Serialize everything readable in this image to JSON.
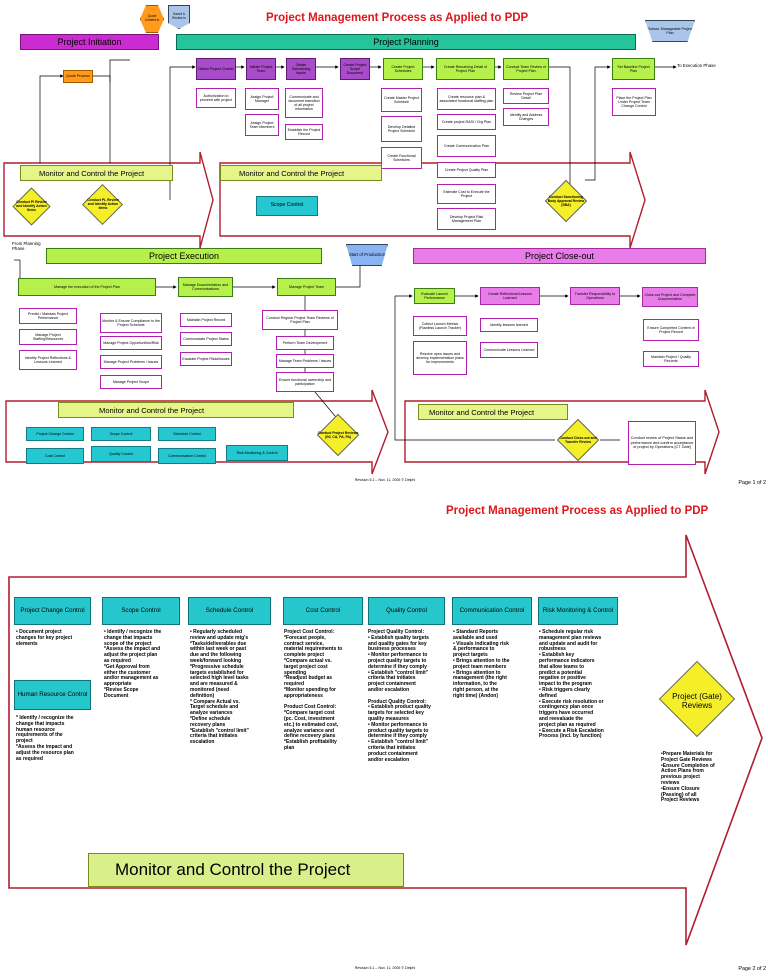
{
  "page1": {
    "title": "Project Management Process as Applied to PDP",
    "hex_top_left": "Quote Content in",
    "hex_top_mid": "Saved & Review in",
    "trap_top_right": "Robust, Manageable Project Plan",
    "banner_initiation": "Project Initiation",
    "banner_planning": "Project Planning",
    "initiation_quote_process": "Quote Process",
    "to_execution": "To Execution Phase",
    "planning_row": [
      "Obtain Project Charter",
      "Initiate Project Team",
      "Obtain Sanctioning Inputs",
      "Create Project Scope Document",
      "Create Project Schedules",
      "Create Remaining Detail of Project Plan",
      "Conduct Team Review of Project Plan",
      "Set Baseline Project Plan"
    ],
    "planning_sub": {
      "charter": [
        "Authorization to proceed with project"
      ],
      "team": [
        "Assign Project Manager",
        "Assign Project Team Members"
      ],
      "inputs": [
        "Communicate and document transition of all project information",
        "Establish the Project Record"
      ],
      "schedules": [
        "Create Master Project Schedule",
        "Develop Detailed Project Schedule",
        "Create Functional Schedules"
      ],
      "detail": [
        "Create resource plan & associated functional staffing plan",
        "Create project RASI / Org Plan",
        "Create Communication Plan",
        "Create Project Quality Plan",
        "Estimate Cost to Execute the Project",
        "Develop Project Risk Management Plan"
      ],
      "review": [
        "Review Project Plan Detail",
        "Identify and Address Changes"
      ],
      "baseline": [
        "Place the Project Plan Under Project Team Change Control"
      ]
    },
    "monitor_label": "Monitor and Control the Project",
    "monitor_diamond_1": "Conduct PI Review and Identify Action Items",
    "monitor_diamond_2": "Conduct PL Review and Identify Action Items",
    "scope_control": "Scope Control",
    "sanction_diamond": "Conduct Sanctioning Body Approval Review (SBA)",
    "from_planning": "From Planning Phase",
    "banner_execution": "Project Execution",
    "start_production": "Start of Production",
    "banner_closeout": "Project Close-out",
    "exec_row": [
      "Manage the execution of the Project Plan",
      "Manage Documentation and Communications",
      "Manage Project Team"
    ],
    "exec_sub_col1": [
      "Predict / Maintain Project Performance",
      "Manage Project Staffing/Resources",
      "Identify Project Reflections & Lessons Learned"
    ],
    "exec_sub_col2": [
      "Monitor & Ensure Compliance to the Project Schedule",
      "Manage Project Opportunities/Risk",
      "Manage Project Problems / Issues",
      "Manage Project Scope"
    ],
    "exec_sub_col3": [
      "Maintain Project Record",
      "Communicate Project Status",
      "Escalate Project Risks/Issues"
    ],
    "exec_sub_col4": [
      "Conduct Regular Project Team Reviews of Project Plan",
      "Perform Team Development",
      "Manage Team Problems / Issues",
      "Ensure functional ownership and participation"
    ],
    "exec_controls": [
      "Project Change Control",
      "Scope Control",
      "Schedule Control",
      "Cost Control",
      "Quality Control",
      "Communication Control",
      "Risk Monitoring & Control"
    ],
    "exec_diamond": "Conduct Project Reviews (G0, CA, PA, PA)",
    "close_row": [
      "Evaluate Launch Performance",
      "Create Reflections/Lessons Learned",
      "Transfer Responsibility to Operations",
      "Close-out Project and Complete Documentation"
    ],
    "close_sub_1": [
      "Collect Launch Metrics (Flawless Launch Tracker)",
      "Resolve open issues and develop implementation plans for improvements"
    ],
    "close_sub_2": [
      "Identify lessons learned",
      "Communicate Lessons Learned"
    ],
    "close_sub_4": [
      "Ensure Completed Content of Project Record",
      "Maintain Project / Quality Records"
    ],
    "close_diamond": "Conduct Close-out and Transfer Review",
    "close_review_text": "Conduct review of Project Status and performance and confirm acceptance of project by Operations [CT Gate]",
    "revision": "Revision 5.1 – Nov. 11, 2005 © Delphi",
    "page_num": "Page 1 of 2"
  },
  "page2": {
    "title": "Project Management Process as Applied to PDP",
    "controls": [
      {
        "head": "Project Change Control",
        "text": "• Document project\n  changes for key project\n  elements"
      },
      {
        "head": "Scope Control",
        "text": "• Identify / recognize the\n  change that impacts\n  scope of the project\n*Assess the impact and\n  adjust the project plan\n  as required\n*Get Approval from\n  either the customer\n  and/or management as\n  appropriate\n*Revise Scope\n  Document"
      },
      {
        "head": "Schedule Control",
        "text": "• Regularly scheduled\n  review and update mtg's\n*Tasks/deliverables due\n  within last week or past\n  due and the following\n  week/forward looking\n*Progressive schedule\n  targets established for\n  selected high level tasks\n  and are measured &\n  monitored (need\n  definition)\n* Compare Actual vs.\n  Target schedule and\n  analyze variances\n*Define schedule\n  recovery plans\n*Establish \"control limit\"\n  criteria  that initiates\n  escalation"
      },
      {
        "head": "Cost Control",
        "text": "Project Cost Control:\n*Forecast people,\n  contract service,\n  material requirements to\n  complete project\n*Compare actual vs.\n  target project cost\n  spending\n*Readjust budget as\n  required\n*Monitor spending for\n  appropriateness\n\nProduct Cost Control:\n*Compare target cost\n  (pc. Cost, investment\n  etc.) to estimated cost,\n  analyze variance and\n  define recovery plans\n*Establish profitability\n  plan"
      },
      {
        "head": "Quality Control",
        "text": "Project Quality Control:\n• Establish quality targets\n  and quality gates for key\n  business processes\n• Monitor performance to\n  project quality targets to\n  determine if they comply\n• Establish \"control limit\"\n  criteria that initiates\n  project containment\n  and/or escalation\n\nProduct Quality Control:\n• Establish product quality\n  targets for selected key\n  quality measures\n• Monitor performance to\n  product quality targets to\n  determine if they comply\n• Establish \"control limit\"\n  criteria that initiates\n  product containment\n  and/or escalation"
      },
      {
        "head": "Communication Control",
        "text": "• Standard Reports\n  available  and used\n• Visuals indicating risk\n  & performance to\n  project targets\n• Brings attention to the\n  project team members\n• Brings attention to\n  management (the right\n  information, to the\n  right person, at the\n  right time) (Andon)"
      },
      {
        "head": "Risk Monitoring & Control",
        "text": "• Schedule regular risk\n  management plan reviews\n  and update and audit for\n  robustness\n• Establish key\n  performance indicators\n  that allow teams to\n  predict a potential\n  negative or positive\n  impact to the program\n• Risk triggers clearly\n  defined\n• Execute risk resolution or\n  contingency plan once\n  triggers have occurred\n  and reevaluate the \n  project plan as required\n• Execute a Risk Escalation\n  Process (incl. by function)"
      }
    ],
    "hr_control": {
      "head": "Human Resource Control",
      "text": "* Identify / recognize the\n  change that impacts\n  human resource\n  requirements of the\n  project\n*Assess the impact and\n  adjust the resource plan\n  as required"
    },
    "gate_reviews": "Project (Gate) Reviews",
    "gate_text": "•Prepare Materials for\n  Project Gate Reviews\n•Ensure Completion of\n  Action Plans from\n  previous project\n  reviews\n•Ensure Closure\n  (Passing) of all\n  Project Reviews",
    "monitor_label": "Monitor and Control the Project",
    "revision": "Revision 5.1 – Nov. 11, 2005 © Delphi",
    "page_num": "Page 2 of 2"
  }
}
